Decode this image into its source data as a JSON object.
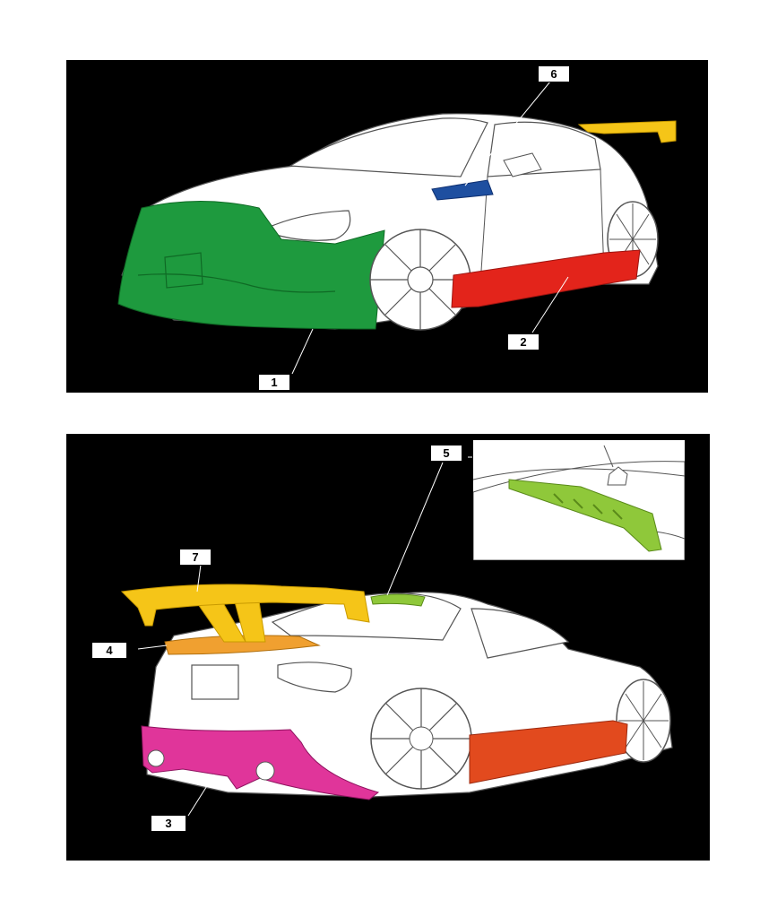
{
  "figure": {
    "top_view": {
      "callouts": [
        {
          "id": "part-1",
          "label": "1",
          "part_color": "#1e9a3e"
        },
        {
          "id": "part-2",
          "label": "2",
          "part_color": "#e3241b"
        },
        {
          "id": "part-6",
          "label": "6",
          "part_color": "#1e4fa0"
        }
      ]
    },
    "bottom_view": {
      "callouts": [
        {
          "id": "part-3",
          "label": "3",
          "part_color": "#e0359a"
        },
        {
          "id": "part-4",
          "label": "4",
          "part_color": "#f0a030"
        },
        {
          "id": "part-5",
          "label": "5",
          "part_color": "#8fc83a"
        },
        {
          "id": "part-7",
          "label": "7",
          "part_color": "#f5c518"
        }
      ]
    },
    "colors": {
      "background": "#000000",
      "car_body": "#ffffff",
      "outline": "#555555",
      "wing": "#f5c518",
      "side_skirt_rear": "#e24a1e"
    }
  }
}
